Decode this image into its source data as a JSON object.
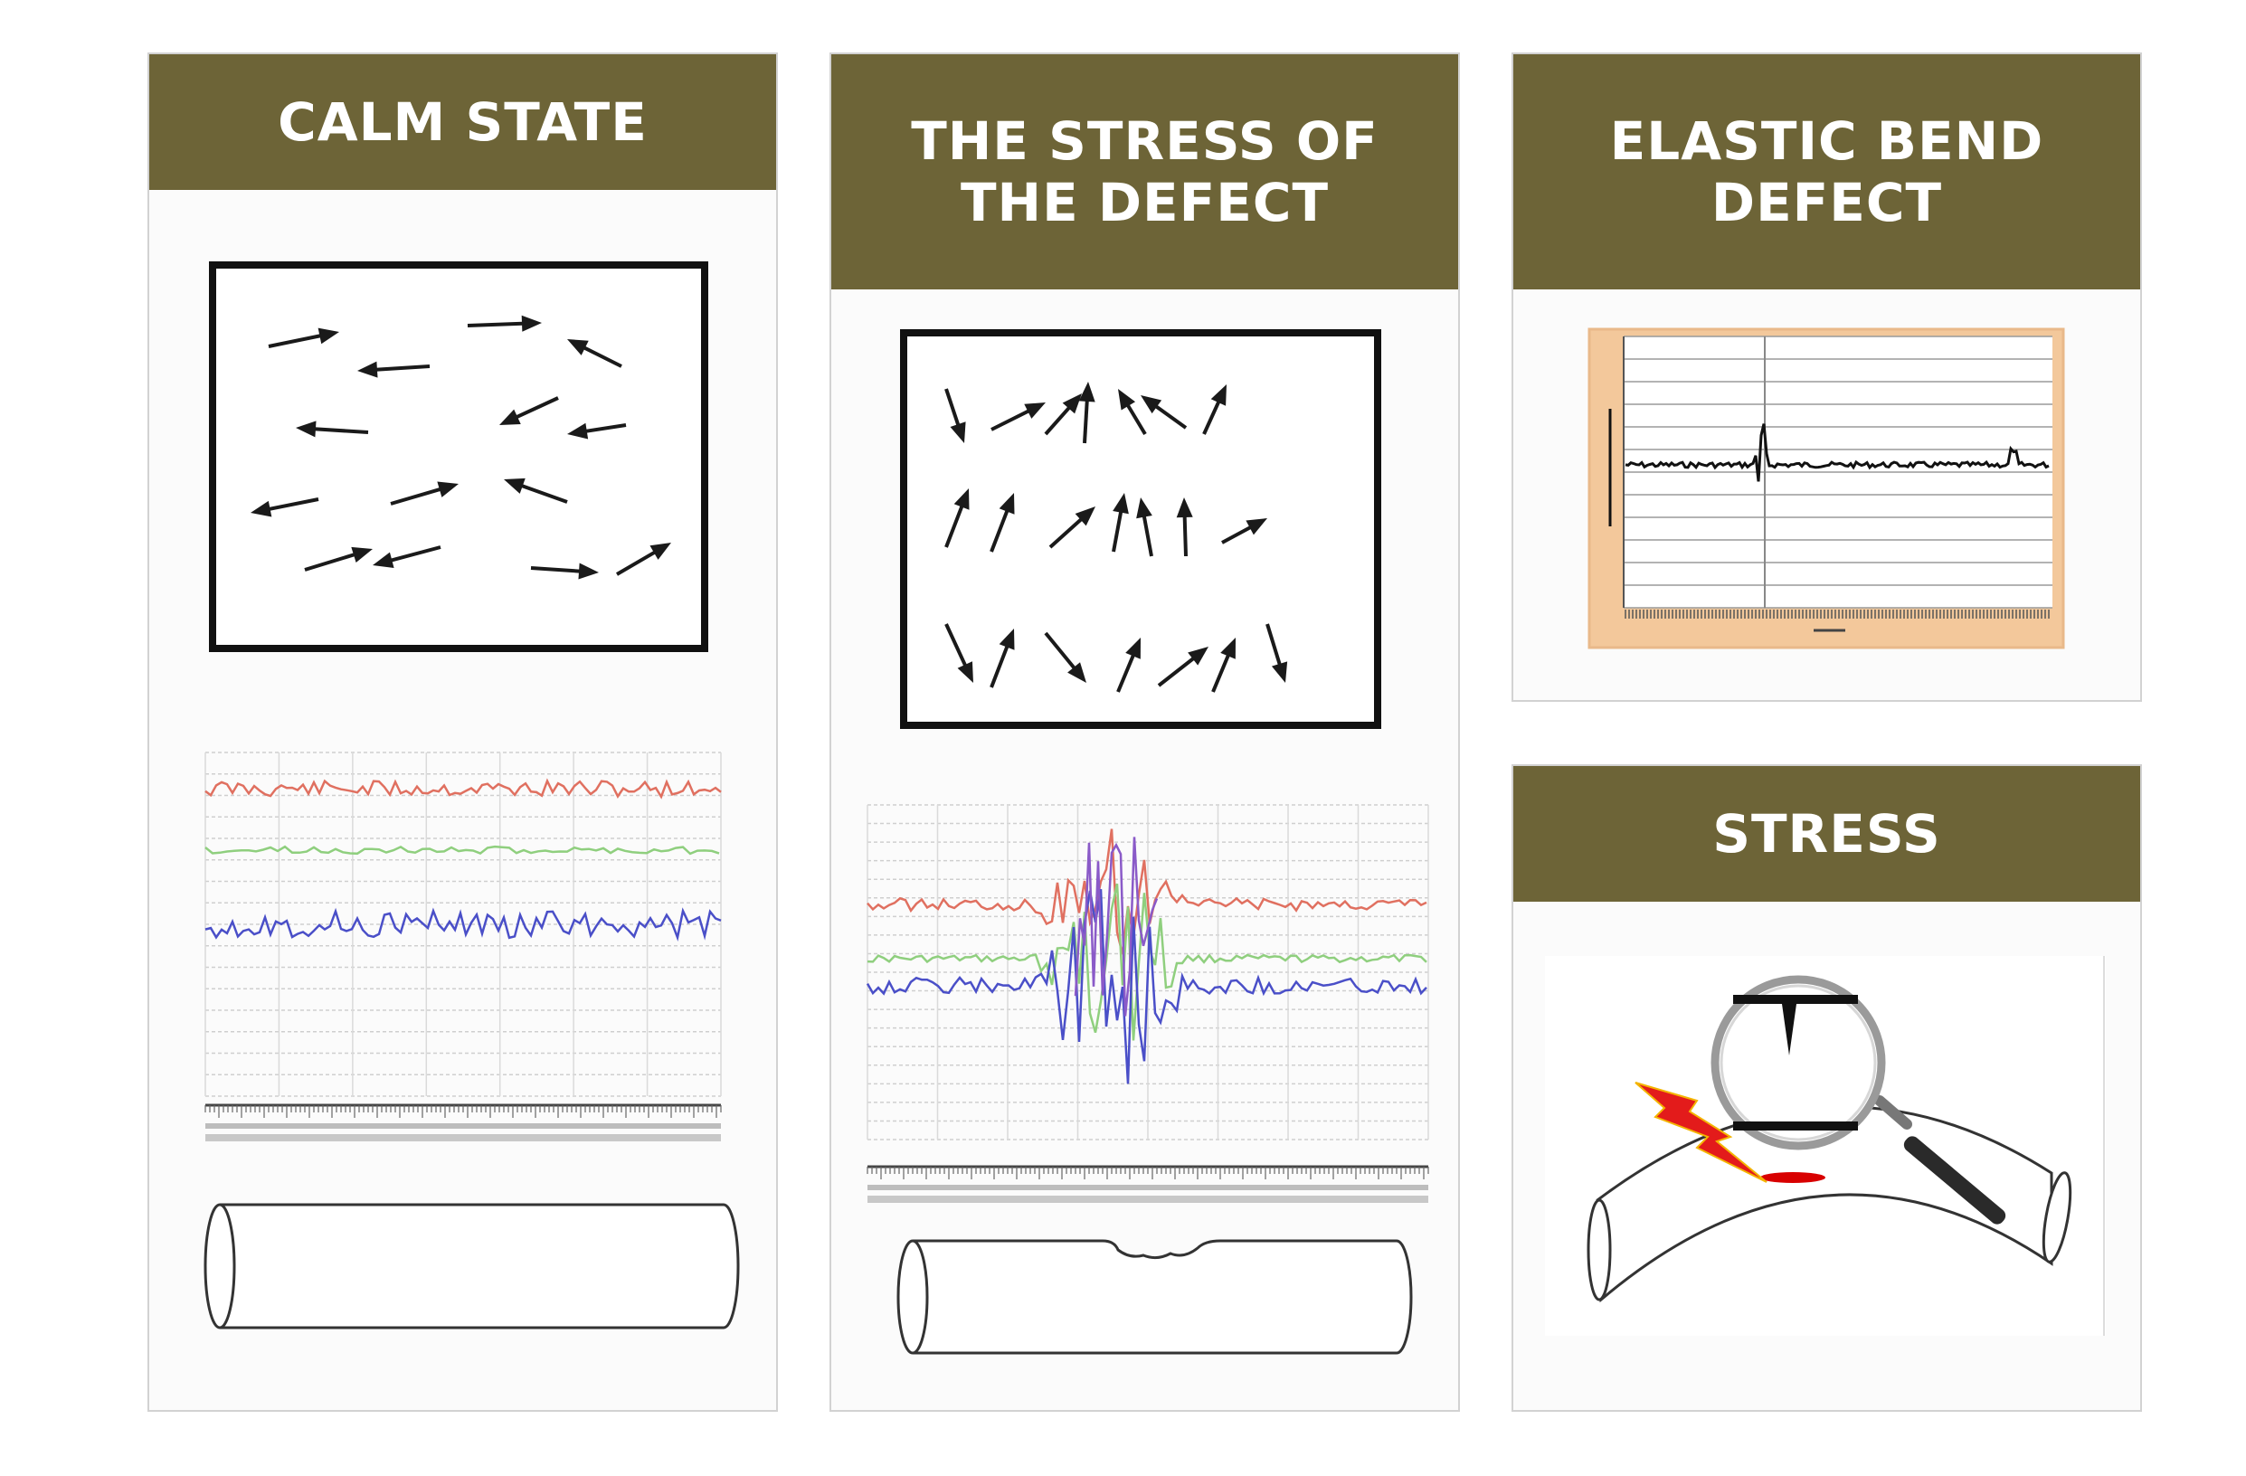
{
  "panels": {
    "calm": {
      "title": "CALM STATE"
    },
    "stress_defect": {
      "title": "THE STRESS OF\nTHE DEFECT"
    },
    "elastic_bend": {
      "title": "ELASTIC BEND\nDEFECT"
    },
    "stress": {
      "title": "STRESS"
    }
  },
  "colors": {
    "header_bg": "#6d6437",
    "header_text": "#ffffff",
    "trace_red": "#e07060",
    "trace_green": "#8fcf7e",
    "trace_blue": "#4a4fc8",
    "trace_purple": "#8a5ac8",
    "bend_chart_frame": "#f3c89b",
    "lightning": "#e01818",
    "defect_spot": "#d80000"
  },
  "icons": [
    "magnifying-glass-icon",
    "lightning-bolt-icon"
  ]
}
